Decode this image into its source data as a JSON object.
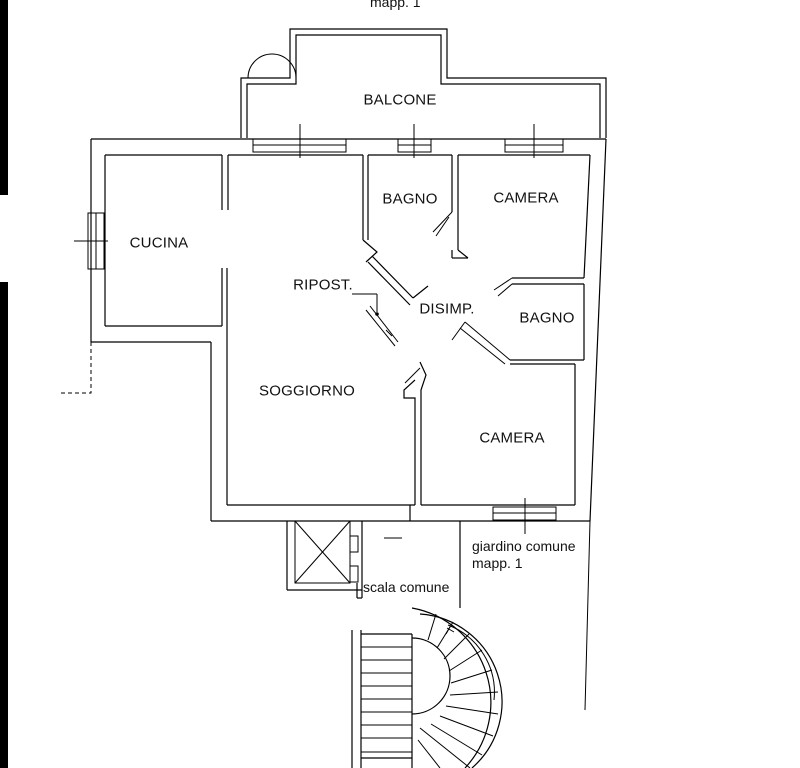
{
  "rooms": {
    "balcone": "BALCONE",
    "cucina": "CUCINA",
    "bagno_1": "BAGNO",
    "camera_1": "CAMERA",
    "ripost": "RIPOST.",
    "disimp": "DISIMP.",
    "bagno_2": "BAGNO",
    "soggiorno": "SOGGIORNO",
    "camera_2": "CAMERA"
  },
  "notes": {
    "top_mapp": "mapp. 1",
    "giardino_line1": "giardino comune",
    "giardino_line2": "mapp. 1",
    "scala": "scala comune"
  }
}
